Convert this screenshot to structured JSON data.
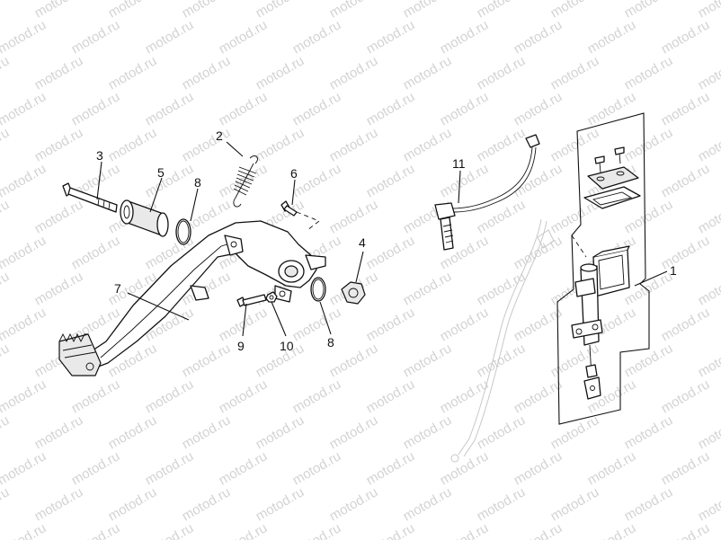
{
  "watermark": {
    "text": "motod.ru"
  },
  "callouts": [
    {
      "id": "1",
      "label": "1"
    },
    {
      "id": "2",
      "label": "2"
    },
    {
      "id": "3",
      "label": "3"
    },
    {
      "id": "4",
      "label": "4"
    },
    {
      "id": "5",
      "label": "5"
    },
    {
      "id": "6",
      "label": "6"
    },
    {
      "id": "7",
      "label": "7"
    },
    {
      "id": "8a",
      "label": "8"
    },
    {
      "id": "8b",
      "label": "8"
    },
    {
      "id": "9",
      "label": "9"
    },
    {
      "id": "10",
      "label": "10"
    },
    {
      "id": "11",
      "label": "11"
    }
  ]
}
